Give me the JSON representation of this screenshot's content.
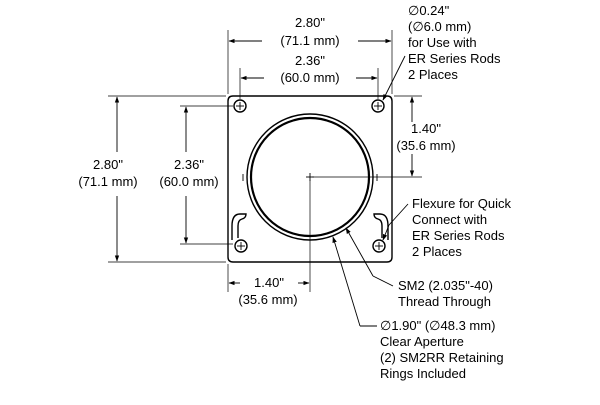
{
  "dimensions": {
    "top_width": {
      "inch": "2.80\"",
      "mm": "(71.1 mm)"
    },
    "top_hole_spacing": {
      "inch": "2.36\"",
      "mm": "(60.0 mm)"
    },
    "left_height": {
      "inch": "2.80\"",
      "mm": "(71.1 mm)"
    },
    "left_hole_spacing": {
      "inch": "2.36\"",
      "mm": "(60.0 mm)"
    },
    "center_vertical": {
      "inch": "1.40\"",
      "mm": "(35.6 mm)"
    },
    "center_horizontal": {
      "inch": "1.40\"",
      "mm": "(35.6 mm)"
    }
  },
  "callouts": {
    "rod_holes": [
      "∅0.24\"",
      "(∅6.0 mm)",
      "for Use with",
      "ER Series Rods",
      "2 Places"
    ],
    "flexure": [
      "Flexure for Quick",
      "Connect with",
      "ER Series Rods",
      "2 Places"
    ],
    "thread": [
      "SM2 (2.035\"-40)",
      "Thread Through"
    ],
    "aperture": [
      "∅1.90\" (∅48.3 mm)",
      "Clear Aperture",
      "(2) SM2RR Retaining",
      "Rings Included"
    ]
  }
}
